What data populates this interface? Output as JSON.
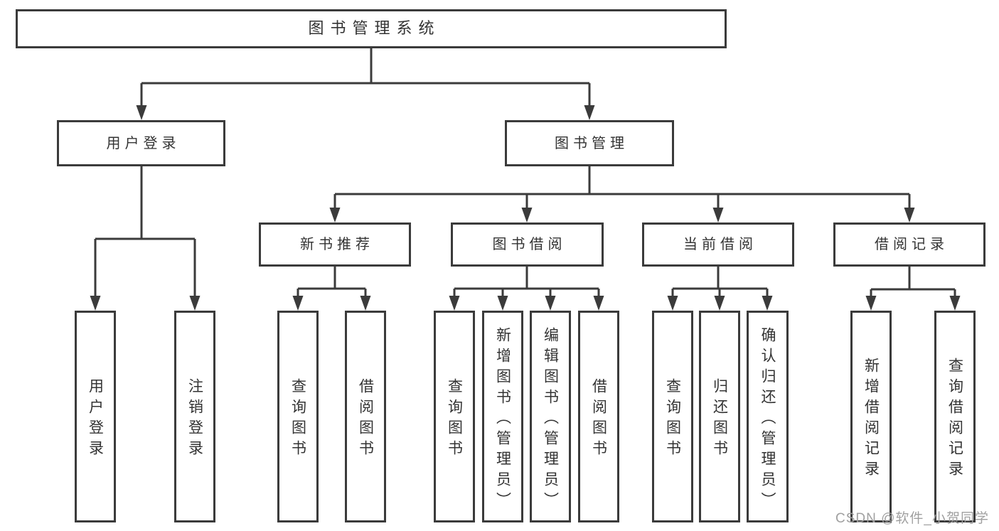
{
  "diagram_type": "hierarchy-tree",
  "tree": {
    "root": {
      "label": "图书管理系统",
      "children": [
        {
          "label": "用户登录",
          "children": [
            {
              "label": "用户登录"
            },
            {
              "label": "注销登录"
            }
          ]
        },
        {
          "label": "图书管理",
          "children": [
            {
              "label": "新书推荐",
              "children": [
                {
                  "label": "查询图书"
                },
                {
                  "label": "借阅图书"
                }
              ]
            },
            {
              "label": "图书借阅",
              "children": [
                {
                  "label": "查询图书"
                },
                {
                  "label": "新增图书（管理员）"
                },
                {
                  "label": "编辑图书（管理员）"
                },
                {
                  "label": "借阅图书"
                }
              ]
            },
            {
              "label": "当前借阅",
              "children": [
                {
                  "label": "查询图书"
                },
                {
                  "label": "归还图书"
                },
                {
                  "label": "确认归还（管理员）"
                }
              ]
            },
            {
              "label": "借阅记录",
              "children": [
                {
                  "label": "新增借阅记录"
                },
                {
                  "label": "查询借阅记录"
                }
              ]
            }
          ]
        }
      ]
    }
  },
  "watermark": "CSDN @软件_小贺同学",
  "colors": {
    "line": "#3b3b3b",
    "text": "#333333",
    "background": "#ffffff",
    "watermark": "#a0a0a0"
  }
}
